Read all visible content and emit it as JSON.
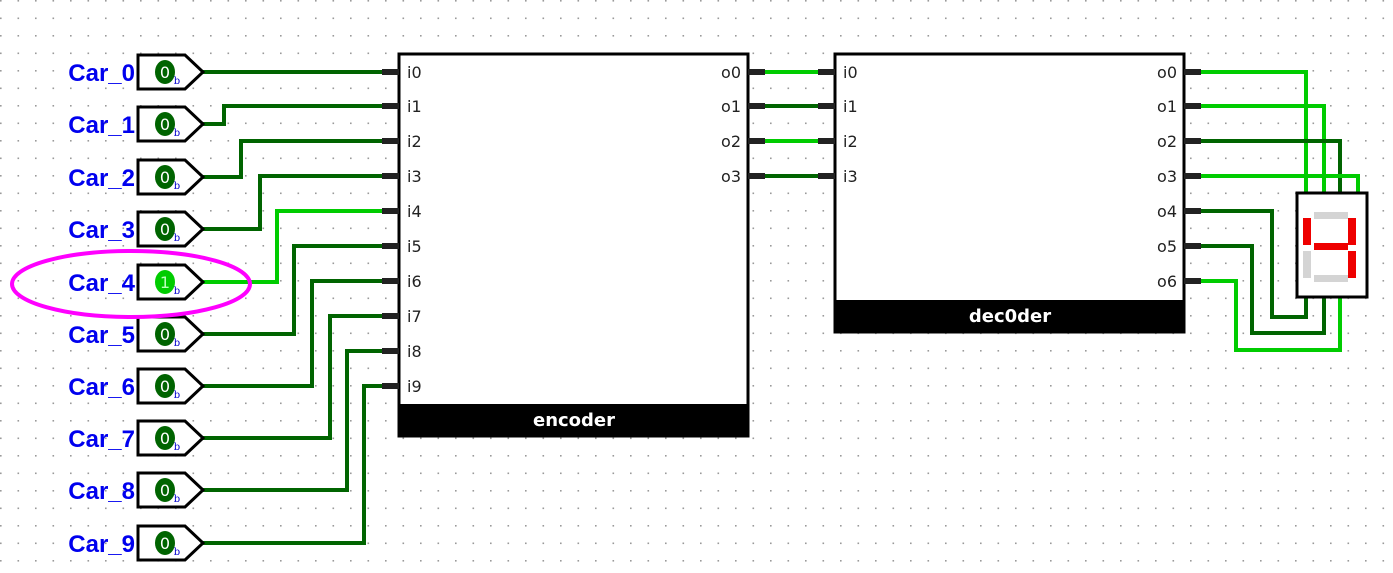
{
  "colors": {
    "wire_low": "#006400",
    "wire_high": "#00cc00",
    "pin_fill_low": "#006400",
    "pin_fill_high": "#00cc00",
    "label": "#0000ee",
    "highlight": "#ff00ff",
    "seg_on": "#ee0000",
    "seg_off": "#d4d4d4"
  },
  "inputs": [
    {
      "label": "Car_0",
      "value": "0",
      "base": "b",
      "high": false
    },
    {
      "label": "Car_1",
      "value": "0",
      "base": "b",
      "high": false
    },
    {
      "label": "Car_2",
      "value": "0",
      "base": "b",
      "high": false
    },
    {
      "label": "Car_3",
      "value": "0",
      "base": "b",
      "high": false
    },
    {
      "label": "Car_4",
      "value": "1",
      "base": "b",
      "high": true
    },
    {
      "label": "Car_5",
      "value": "0",
      "base": "b",
      "high": false
    },
    {
      "label": "Car_6",
      "value": "0",
      "base": "b",
      "high": false
    },
    {
      "label": "Car_7",
      "value": "0",
      "base": "b",
      "high": false
    },
    {
      "label": "Car_8",
      "value": "0",
      "base": "b",
      "high": false
    },
    {
      "label": "Car_9",
      "value": "0",
      "base": "b",
      "high": false
    }
  ],
  "highlighted_input": "Car_4",
  "encoder": {
    "title": "encoder",
    "inputs": [
      "i0",
      "i1",
      "i2",
      "i3",
      "i4",
      "i5",
      "i6",
      "i7",
      "i8",
      "i9"
    ],
    "outputs": [
      "o0",
      "o1",
      "o2",
      "o3"
    ],
    "output_states": [
      true,
      false,
      true,
      false
    ]
  },
  "decoder": {
    "title": "dec0der",
    "inputs": [
      "i0",
      "i1",
      "i2",
      "i3"
    ],
    "outputs": [
      "o0",
      "o1",
      "o2",
      "o3",
      "o4",
      "o5",
      "o6"
    ],
    "output_states": [
      true,
      true,
      false,
      true,
      false,
      false,
      true
    ]
  },
  "seven_segment": {
    "segments_on": {
      "a": false,
      "b": true,
      "c": true,
      "d": false,
      "e": false,
      "f": true,
      "g": true
    }
  }
}
